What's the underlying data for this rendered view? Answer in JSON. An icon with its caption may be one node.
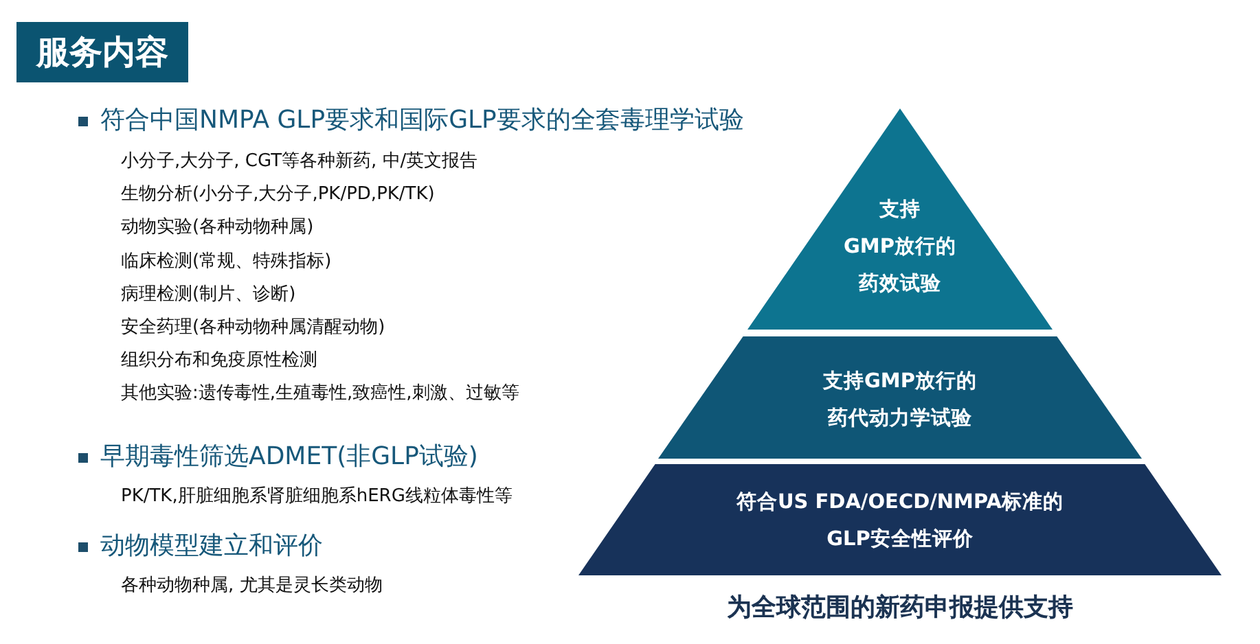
{
  "diagram": {
    "title": "服务内容",
    "nodes": [
      {
        "text": [
          "支持GMP放行的药效试验"
        ]
      },
      {
        "text": [
          "支持GMP放行的药代动力学试验"
        ]
      },
      {
        "text": [
          "符合US FDA/OECD/NMPA标准的GLP安全性评价"
        ]
      }
    ],
    "labels": [
      "符合中国NMPA GLP要求和国际GLP要求的全套毒理学试验",
      "小分子,大分子, CGT等各种新药, 中/英文报告",
      "生物分析(小分子,大分子,PK/PD,PK/TK)",
      "动物实验(各种动物种属)",
      "临床检测(常规、特殊指标)",
      "病理检测(制片、诊断)",
      "安全药理(各种动物种属清醒动物)",
      "组织分布和免疫原性检测",
      "其他实验:遗传毒性,生殖毒性,致癌性,刺激、过敏等",
      "早期毒性筛选ADMET(非GLP试验)",
      "PK/TK,肝脏细胞系肾脏细胞系hERG线粒体毒性等",
      "动物模型建立和评价",
      "各种动物种属, 尤其是灵长类动物"
    ],
    "caption": "为全球范围的新药申报提供支持"
  }
}
